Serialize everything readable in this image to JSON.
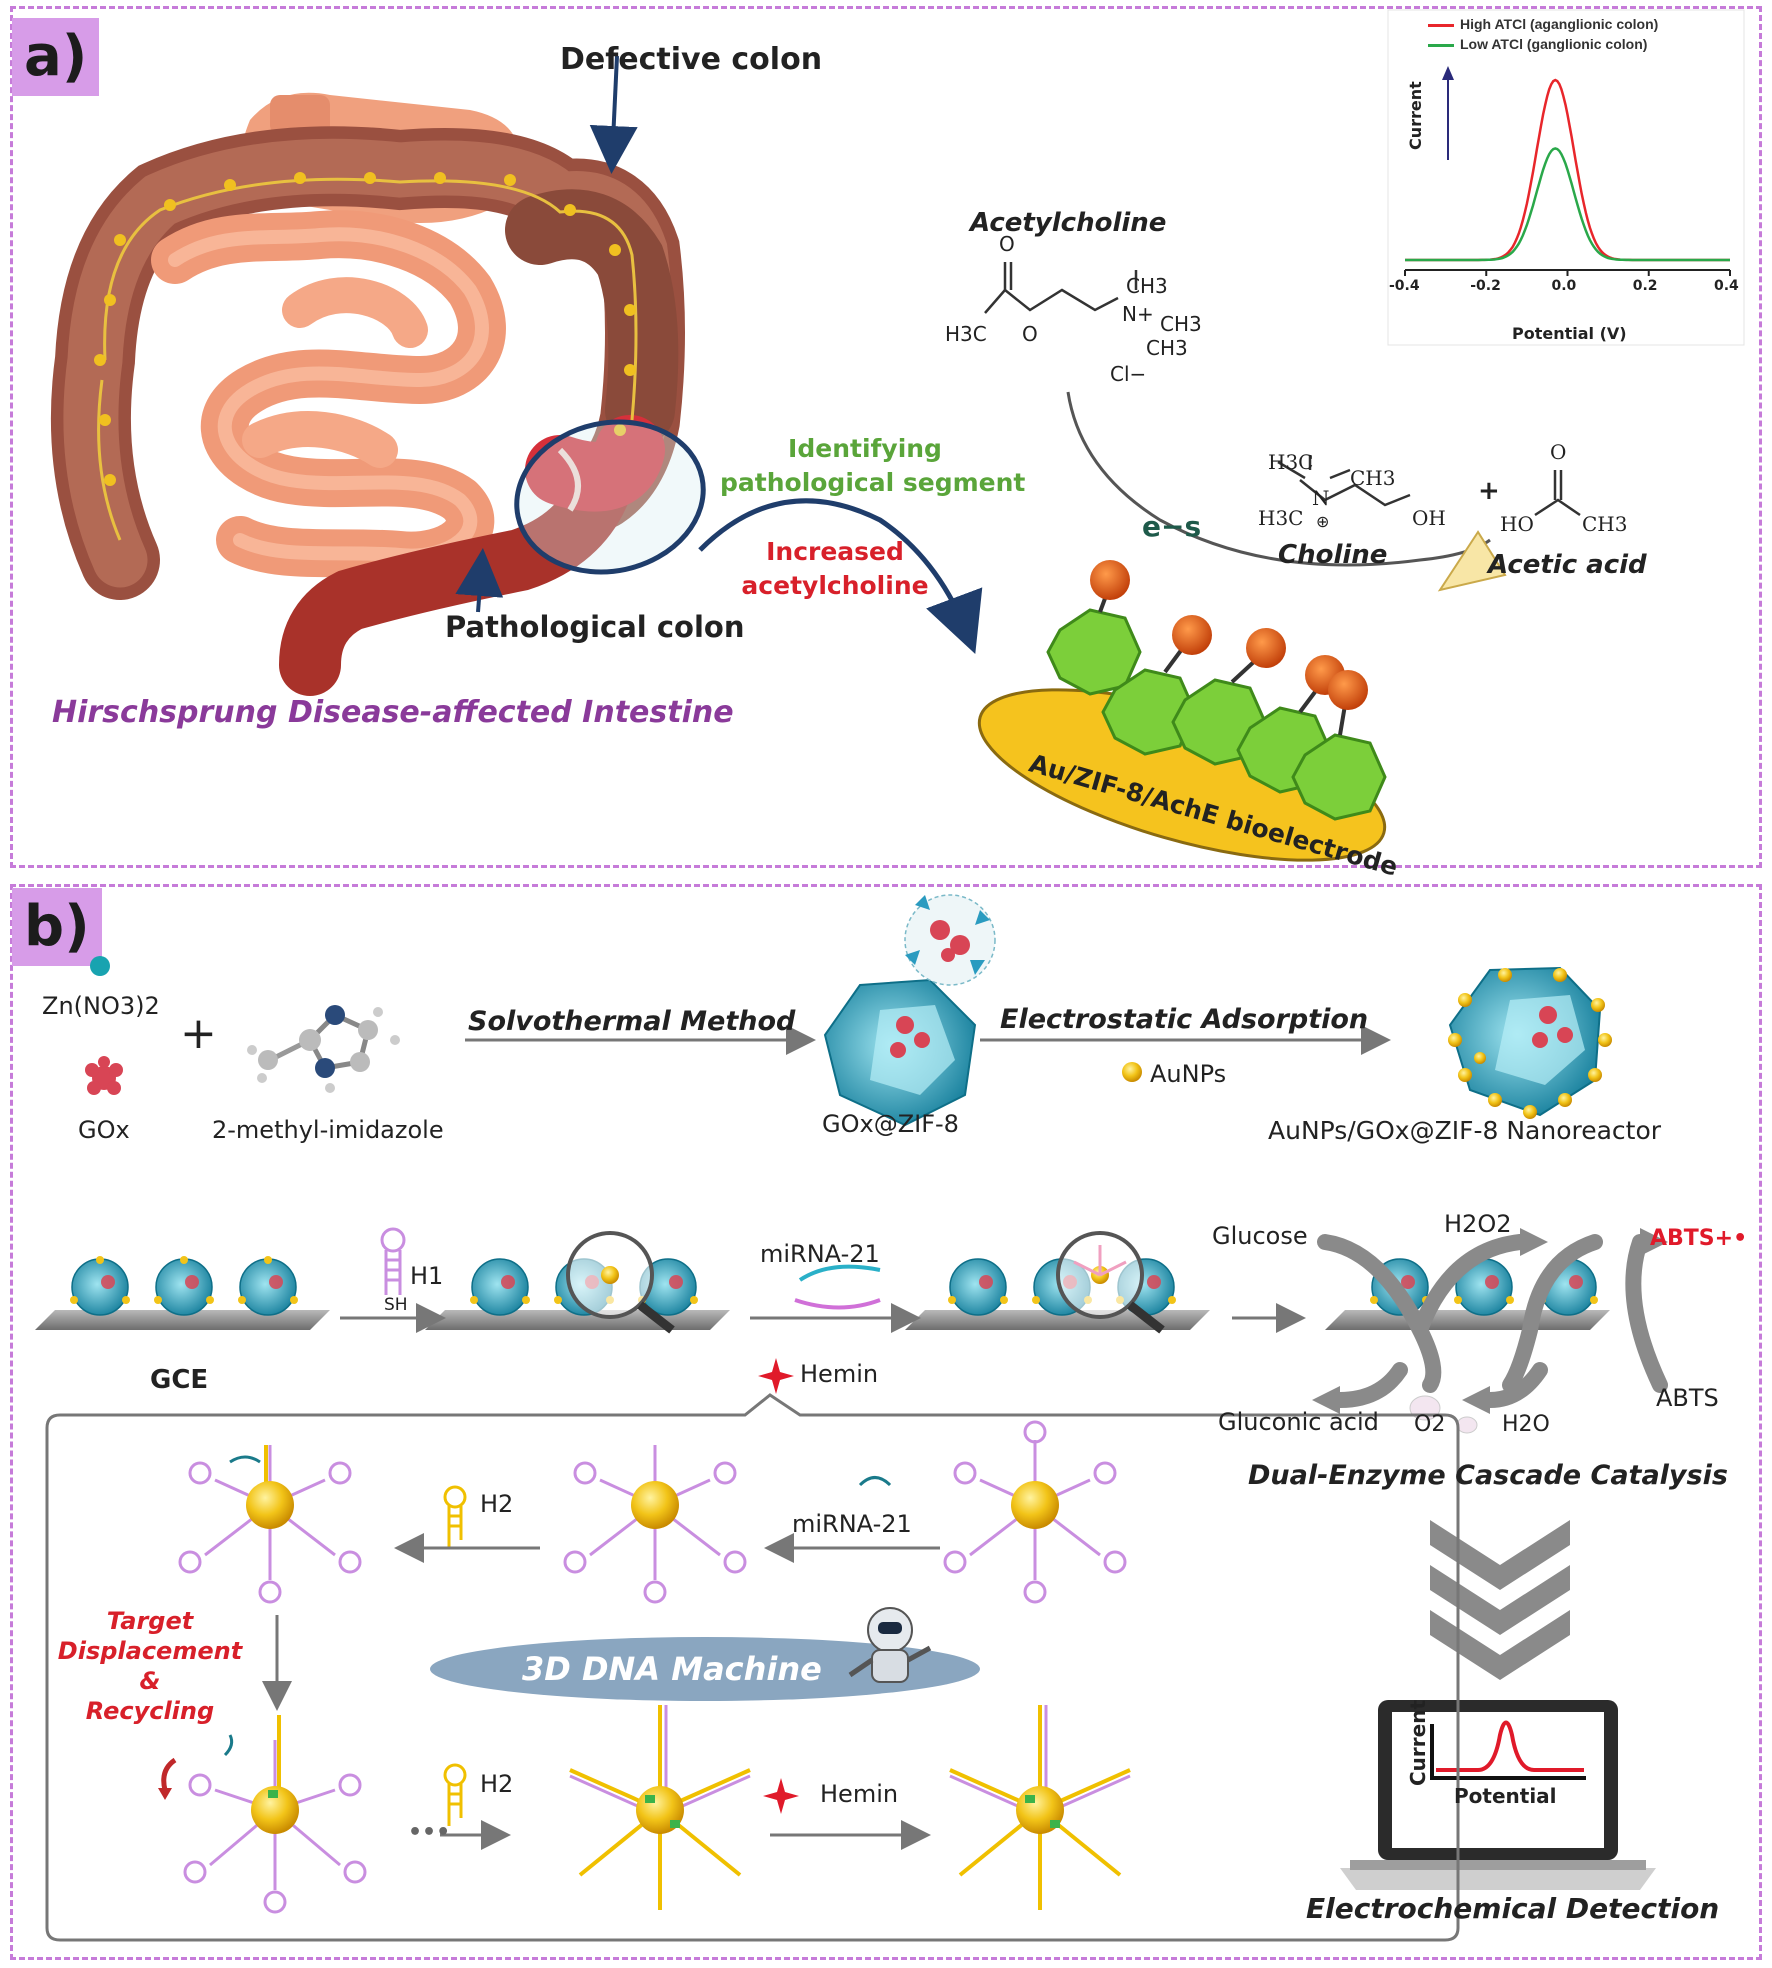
{
  "panel_a": {
    "tag": "a)",
    "defective_colon": "Defective colon",
    "pathological_colon": "Pathological colon",
    "intestine_caption": "Hirschsprung Disease-affected Intestine",
    "identifying_1": "Identifying",
    "identifying_2": "pathological segment",
    "increased_1": "Increased",
    "increased_2": "acetylcholine",
    "acetylcholine": "Acetylcholine",
    "ach_h3c": "H3C",
    "ach_o": "O",
    "ach_ch3_top": "CH3",
    "ach_n": "N+",
    "ach_ch3_right": "CH3",
    "ach_ch3_bottom": "CH3",
    "ach_cl": "Cl−",
    "electron": "e−s",
    "choline": "Choline",
    "plus": "+",
    "acetic_acid": "Acetic acid",
    "cho_h3c_top": "H3C",
    "cho_ch3": "CH3",
    "cho_h3c_left": "H3C",
    "cho_n": "N",
    "cho_charge": "⊕",
    "cho_oh": "OH",
    "acid_o": "O",
    "acid_ho": "HO",
    "acid_ch3": "CH3",
    "bioelectrode": "Au/ZIF-8/AchE bioelectrode"
  },
  "chart_data": {
    "type": "line",
    "xlabel": "Potential (V)",
    "ylabel": "Current",
    "xlim": [
      -0.4,
      0.4
    ],
    "x_ticks": [
      "-0.4",
      "-0.2",
      "0.0",
      "0.2",
      "0.4"
    ],
    "legend_position": "top",
    "series": [
      {
        "name": "High ATCl (aganglionic colon)",
        "color": "#e8262b",
        "peak_x": -0.03,
        "peak_height": 1.0,
        "width": 0.065
      },
      {
        "name": "Low ATCl (ganglionic colon)",
        "color": "#2aa84a",
        "peak_x": -0.03,
        "peak_height": 0.62,
        "width": 0.065
      }
    ]
  },
  "panel_b": {
    "tag": "b)",
    "zn": "Zn(NO3)2",
    "gox": "GOx",
    "plus": "+",
    "imidazole": "2-methyl-imidazole",
    "solvothermal": "Solvothermal Method",
    "gox_zif": "GOx@ZIF-8",
    "electrostatic": "Electrostatic Adsorption",
    "aunps": "AuNPs",
    "nanoreactor": "AuNPs/GOx@ZIF-8 Nanoreactor",
    "gce": "GCE",
    "h1": "H1",
    "sh": "SH",
    "mirna_top": "miRNA-21",
    "hemin_top": "Hemin",
    "glucose": "Glucose",
    "h2o2": "H2O2",
    "abts_radical": "ABTS+•",
    "gluconic": "Gluconic acid",
    "o2": "O2",
    "h2o": "H2O",
    "abts": "ABTS",
    "dual_enzyme": "Dual-Enzyme Cascade Catalysis",
    "h2_1": "H2",
    "mirna_inner": "miRNA-21",
    "target_1": "Target",
    "target_2": "Displacement",
    "target_3": "&",
    "target_4": "Recycling",
    "dna_machine": "3D DNA Machine",
    "h2_2": "H2",
    "dots": "•••",
    "hemin_inner": "Hemin",
    "laptop_current": "Current",
    "laptop_potential": "Potential",
    "electrochem": "Electrochemical Detection"
  },
  "colors": {
    "panel_border": "#c67bd9",
    "tag_bg": "#d79ce8",
    "green_label": "#5aa53a",
    "red_label": "#d8202a",
    "caption_purple": "#8a3a9a",
    "mof_blue": "#1e9bb8",
    "gold": "#f2c418",
    "hairpin": "#c98ee0"
  }
}
